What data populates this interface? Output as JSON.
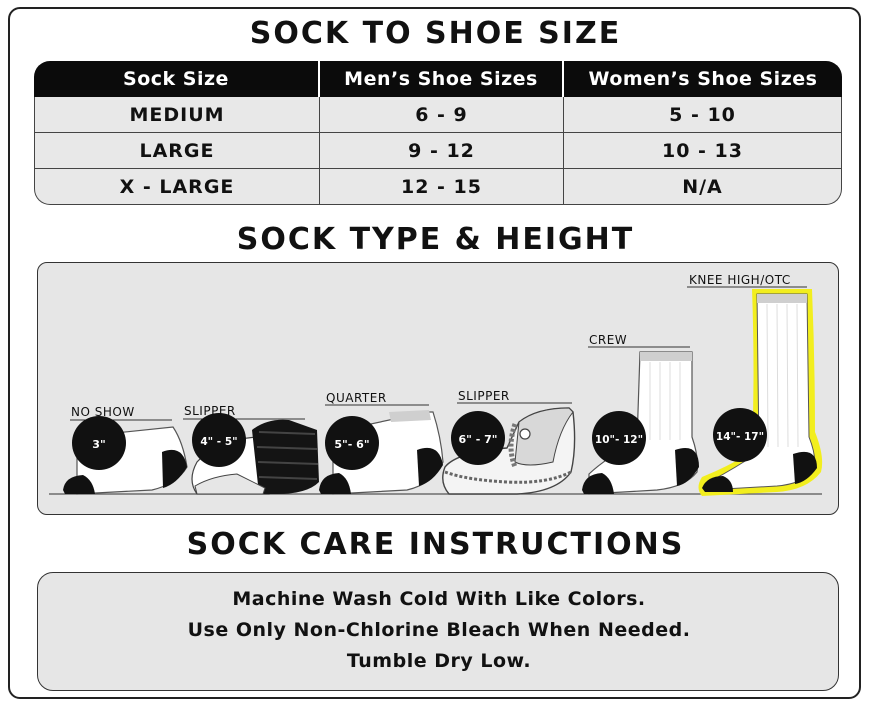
{
  "headings": {
    "size": "SOCK TO SHOE SIZE",
    "type": "SOCK TYPE & HEIGHT",
    "care": "SOCK CARE INSTRUCTIONS"
  },
  "size_table": {
    "headers": [
      "Sock Size",
      "Men’s Shoe Sizes",
      "Women’s Shoe Sizes"
    ],
    "rows": [
      [
        "MEDIUM",
        "6 - 9",
        "5 - 10"
      ],
      [
        "LARGE",
        "9 - 12",
        "10 - 13"
      ],
      [
        "X - LARGE",
        "12 - 15",
        "N/A"
      ]
    ]
  },
  "sock_types": [
    {
      "label": "NO SHOW",
      "height": "3\""
    },
    {
      "label": "SLIPPER",
      "height": "4\" - 5\""
    },
    {
      "label": "QUARTER",
      "height": "5\"- 6\""
    },
    {
      "label": "SLIPPER",
      "height": "6\" - 7\""
    },
    {
      "label": "CREW",
      "height": "10\"- 12\""
    },
    {
      "label": "KNEE HIGH/OTC",
      "height": "14\"- 17\""
    }
  ],
  "care_instructions": [
    "Machine Wash Cold With Like Colors.",
    "Use Only Non-Chlorine Bleach When Needed.",
    "Tumble Dry Low."
  ],
  "colors": {
    "highlight": "#f2ee1e",
    "panel": "#e6e6e6",
    "header": "#0b0b0b"
  }
}
